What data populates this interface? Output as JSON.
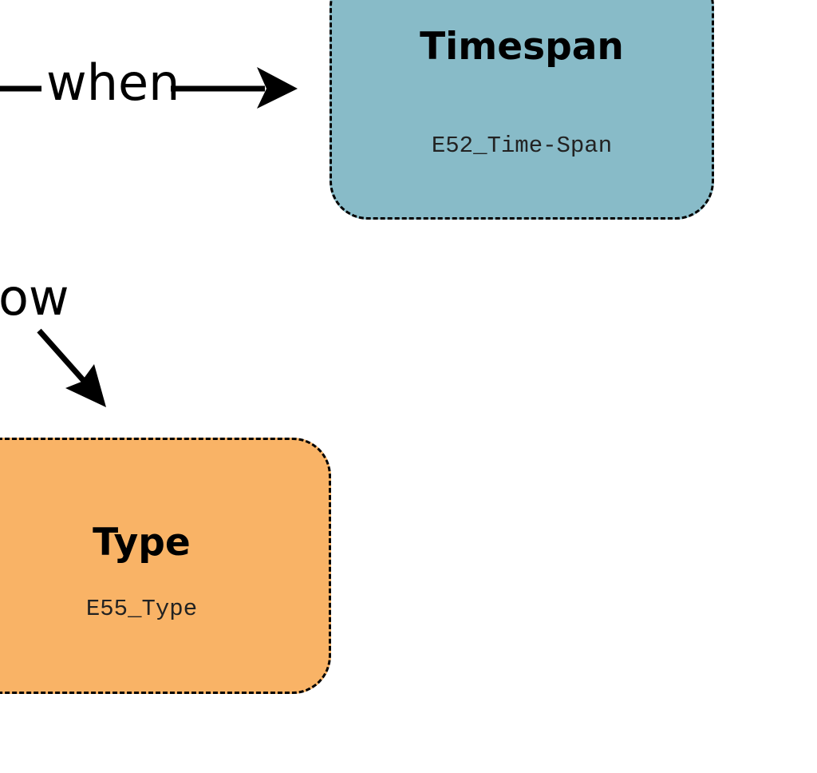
{
  "colors": {
    "timespan_fill": "#88BBC8",
    "type_fill": "#F9B366",
    "stroke": "#000000"
  },
  "nodes": {
    "timespan": {
      "title": "Timespan",
      "code": "E52_Time-Span"
    },
    "type": {
      "title": "Type",
      "code": "E55_Type"
    }
  },
  "edges": {
    "when": {
      "label": "when"
    },
    "how": {
      "label": "ow"
    }
  }
}
